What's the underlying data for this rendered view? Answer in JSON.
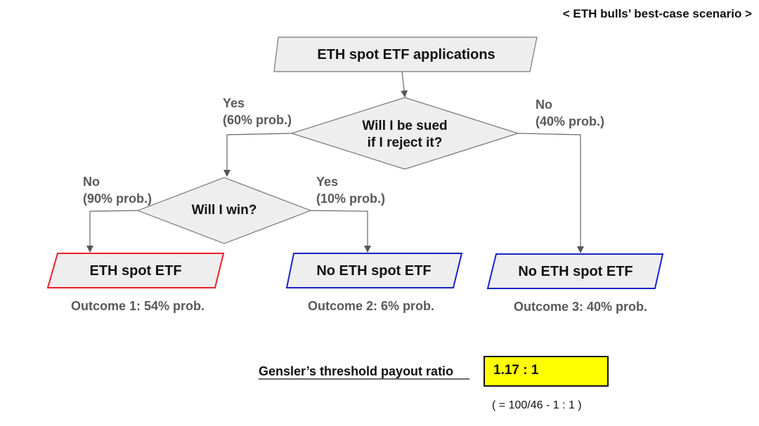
{
  "header": {
    "title": "< ETH bulls’ best-case scenario >"
  },
  "nodes": {
    "start": "ETH spot ETF applications",
    "decision_sued": [
      "Will I be sued",
      "if I reject it?"
    ],
    "decision_win": "Will I win?",
    "outcome1_box": "ETH spot ETF",
    "outcome2_box": "No ETH spot ETF",
    "outcome3_box": "No ETH spot ETF"
  },
  "branches": {
    "sued_yes": [
      "Yes",
      "(60% prob.)"
    ],
    "sued_no": [
      "No",
      "(40% prob.)"
    ],
    "win_no": [
      "No",
      "(90% prob.)"
    ],
    "win_yes": [
      "Yes",
      "(10% prob.)"
    ]
  },
  "outcomes": {
    "outcome1": "Outcome 1: 54% prob.",
    "outcome2": "Outcome 2: 6% prob.",
    "outcome3": "Outcome 3: 40% prob."
  },
  "threshold": {
    "label": "Gensler’s threshold payout ratio",
    "value": "1.17 : 1",
    "formula": "( = 100/46 - 1 : 1 )"
  },
  "colors": {
    "shape_fill": "#eeeeee",
    "shape_stroke": "#777777",
    "outcome1_border": "#e8212b",
    "outcome_no_border": "#1a22c8",
    "ratio_fill": "#ffff00"
  }
}
